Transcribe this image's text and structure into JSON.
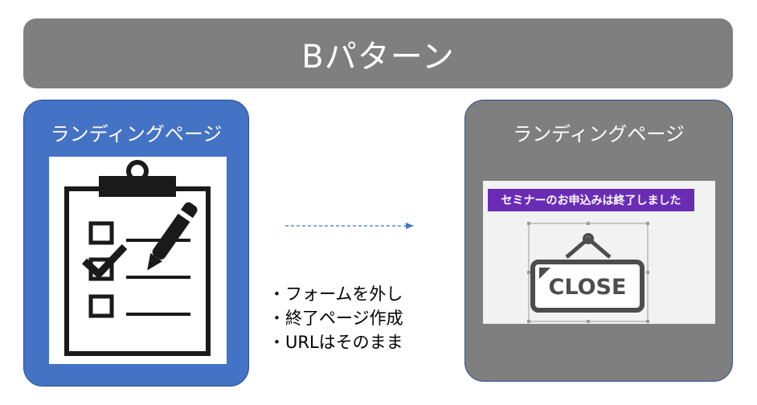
{
  "title": "Bパターン",
  "left_panel": {
    "title": "ランディングページ",
    "image_icon": "checklist-clipboard-icon"
  },
  "right_panel": {
    "title": "ランディングページ",
    "banner": "セミナーのお申込みは終了しました",
    "sign_text": "CLOSE",
    "sign_icon": "close-sign-icon"
  },
  "arrow_icon": "dashed-arrow-right-icon",
  "notes": [
    "・フォームを外し",
    "・終了ページ作成",
    "・URLはそのまま"
  ],
  "colors": {
    "title_bar": "#7f7f7f",
    "left_panel": "#4472c4",
    "right_panel": "#7f7f7f",
    "banner": "#6a2cb5",
    "arrow": "#4472c4"
  }
}
